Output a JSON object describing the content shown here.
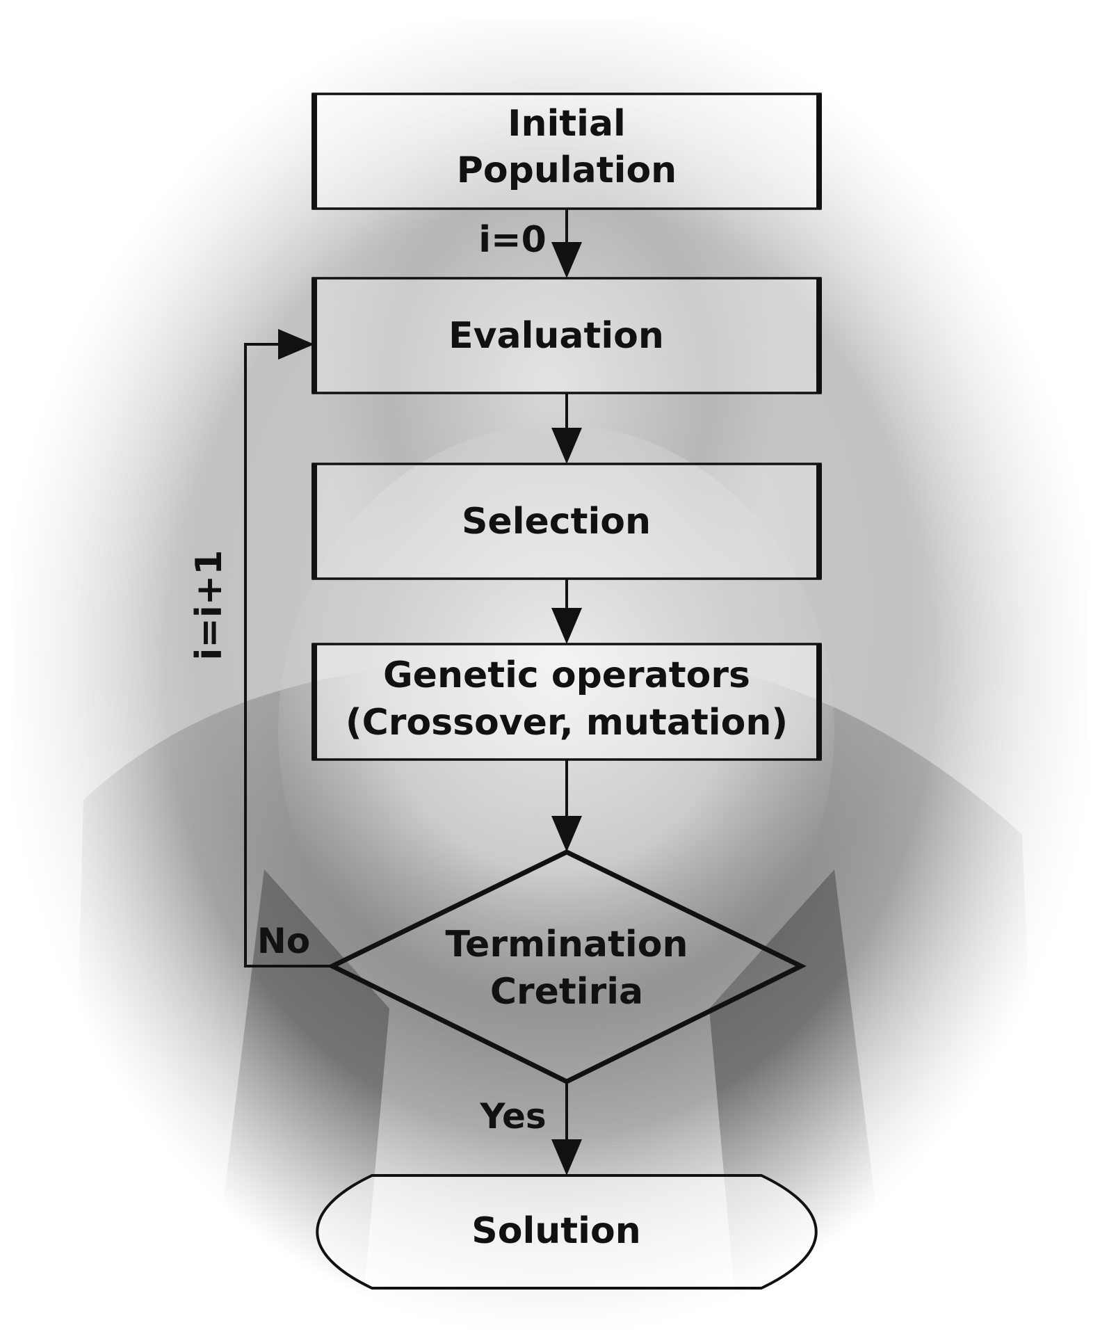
{
  "diagram": {
    "nodes": {
      "initial_population": {
        "lines": [
          "Initial",
          "Population"
        ]
      },
      "evaluation": {
        "lines": [
          "Evaluation"
        ]
      },
      "selection": {
        "lines": [
          "Selection"
        ]
      },
      "genetic_operators": {
        "lines": [
          "Genetic operators",
          "(Crossover, mutation)"
        ]
      },
      "termination": {
        "lines": [
          "Termination",
          "Cretiria"
        ]
      },
      "solution": {
        "lines": [
          "Solution"
        ]
      }
    },
    "edge_labels": {
      "init": "i=0",
      "loop": "i=i+1",
      "no": "No",
      "yes": "Yes"
    },
    "colors": {
      "stroke": "#111111",
      "text": "#111111",
      "background": "#ffffff",
      "photo_dark": "#2e2e2e",
      "photo_mid": "#7a7a7a",
      "photo_light": "#e6e6e6"
    }
  }
}
